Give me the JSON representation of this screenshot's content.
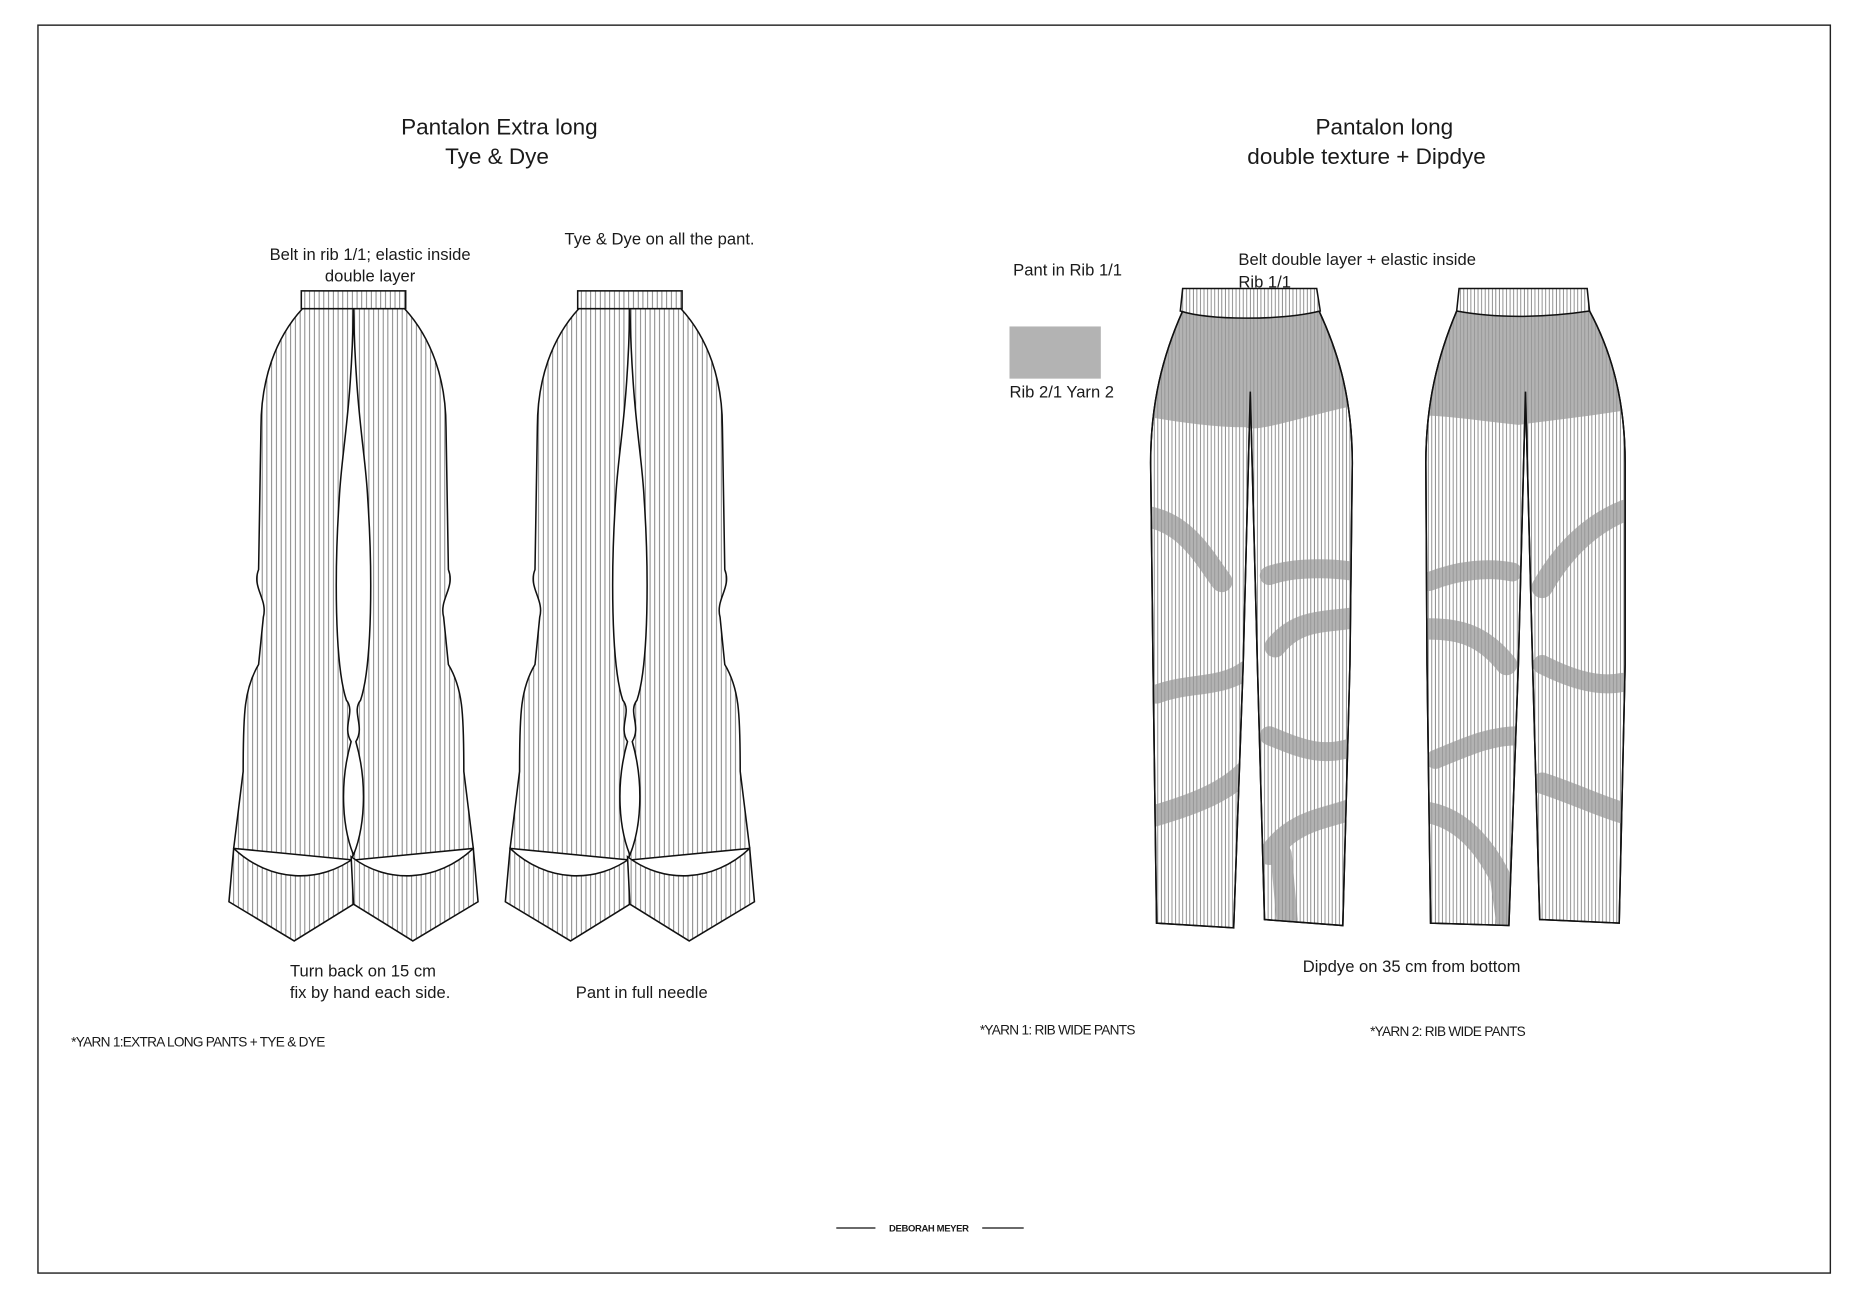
{
  "left_section": {
    "title_line1": "Pantalon Extra long",
    "title_line2": "Tye & Dye",
    "belt_note_line1": "Belt in rib 1/1; elastic inside",
    "belt_note_line2": "double layer",
    "tye_note": "Tye & Dye on all the pant.",
    "turn_back_line1": "Turn back on 15 cm",
    "turn_back_line2": "fix by hand each side.",
    "full_needle_note": "Pant in full needle",
    "yarn_note": "*YARN 1:EXTRA LONG PANTS + TYE & DYE"
  },
  "right_section": {
    "title_line1": "Pantalon long",
    "title_line2": "double texture + Dipdye",
    "rib_note": "Pant in Rib 1/1",
    "swatch_label": "Rib 2/1 Yarn 2",
    "swatch_color": "#b3b3b3",
    "belt_note_line1": "Belt double layer + elastic inside",
    "belt_note_line2": "Rib 1/1",
    "dipdye_note": "Dipdye on 35 cm from bottom",
    "yarn1_note": "*YARN 1: RIB WIDE PANTS",
    "yarn2_note": "*YARN 2: RIB WIDE PANTS"
  },
  "footer": {
    "signature": "DEBORAH MEYER"
  }
}
